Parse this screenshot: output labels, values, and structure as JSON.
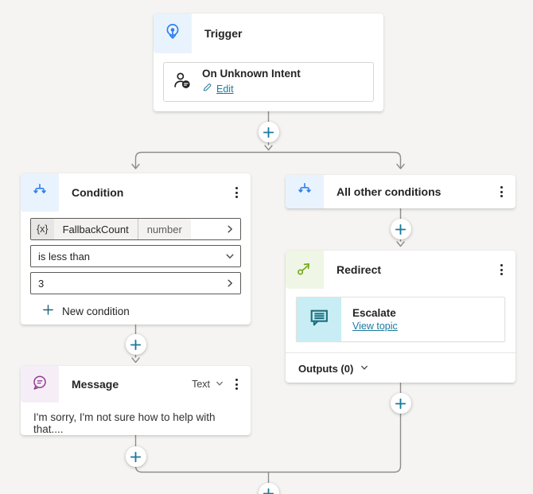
{
  "colors": {
    "canvas_bg": "#f5f4f2",
    "accent_blue": "#2f80ed",
    "icon_bg_blue": "#e9f3fd",
    "accent_green": "#76a91e",
    "icon_bg_green": "#f0f6e6",
    "accent_purple": "#8f3b8f",
    "icon_bg_purple": "#f6eef6",
    "accent_teal": "#1b6d7c",
    "icon_bg_teal": "#c9edf4",
    "link_teal": "#1b7a9e",
    "plus_teal": "#1b7a9e",
    "connector_gray": "#8f8d8b"
  },
  "trigger": {
    "title": "Trigger",
    "item": {
      "title": "On Unknown Intent",
      "edit_label": "Edit"
    }
  },
  "condition": {
    "title": "Condition",
    "variable": {
      "prefix": "{x}",
      "name": "FallbackCount",
      "type": "number"
    },
    "operator": "is less than",
    "value": "3",
    "new_condition_label": "New condition"
  },
  "all_other_conditions": {
    "title": "All other conditions"
  },
  "redirect": {
    "title": "Redirect",
    "topic": {
      "title": "Escalate",
      "link_label": "View topic"
    },
    "outputs_label": "Outputs (0)"
  },
  "message": {
    "title": "Message",
    "type_selector": "Text",
    "text": "I'm sorry, I'm not sure how to help with that...."
  }
}
